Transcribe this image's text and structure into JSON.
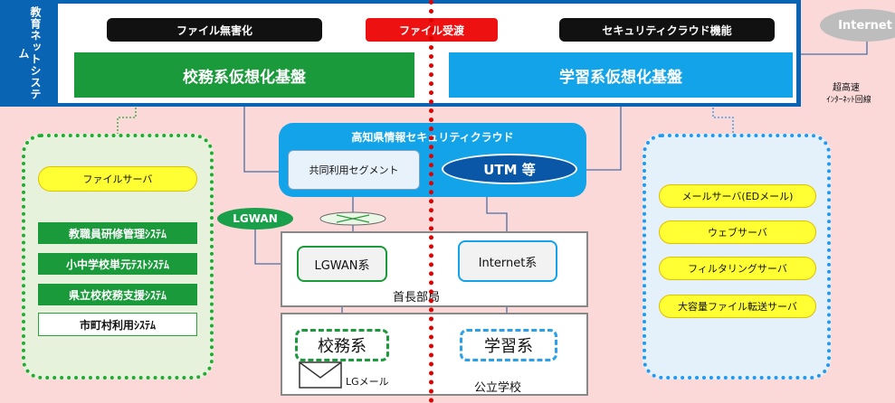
{
  "header": {
    "side_label": "教育ネットシステム",
    "pill_left": "ファイル無害化",
    "pill_center": "ファイル受渡",
    "pill_right": "セキュリティクラウド機能",
    "bar_left": "校務系仮想化基盤",
    "bar_right": "学習系仮想化基盤"
  },
  "internet_cloud": "Internet",
  "highspeed_label_1": "超高速",
  "highspeed_label_2": "ｲﾝﾀｰﾈｯﾄ回線",
  "security_cloud": {
    "title": "高知県情報セキュリティクラウド",
    "segment": "共同利用セグメント",
    "utm": "UTM 等"
  },
  "lgwan_cloud": "LGWAN",
  "left_panel": {
    "file_server": "ファイルサーバ",
    "systems": [
      "教職員研修管理ｼｽﾃﾑ",
      "小中学校単元ﾃｽﾄｼｽﾃﾑ",
      "県立校校務支援ｼｽﾃﾑ"
    ],
    "municipal": "市町村利用ｼｽﾃﾑ"
  },
  "right_panel": {
    "servers": [
      "メールサーバ(EDメール)",
      "ウェブサーバ",
      "フィルタリングサーバ",
      "大容量ファイル転送サーバ"
    ]
  },
  "governor": {
    "lgwan_node": "LGWAN系",
    "internet_node": "Internet系",
    "label": "首長部局"
  },
  "school": {
    "admin_node": "校務系",
    "learning_node": "学習系",
    "mail_label": "LGメール",
    "label": "公立学校"
  },
  "colors": {
    "frame_blue": "#0a64b4",
    "green": "#1a9a3a",
    "cyan": "#12a3e8",
    "red": "#e00000",
    "yellow": "#ffff33",
    "background": "#fbd9d9"
  }
}
